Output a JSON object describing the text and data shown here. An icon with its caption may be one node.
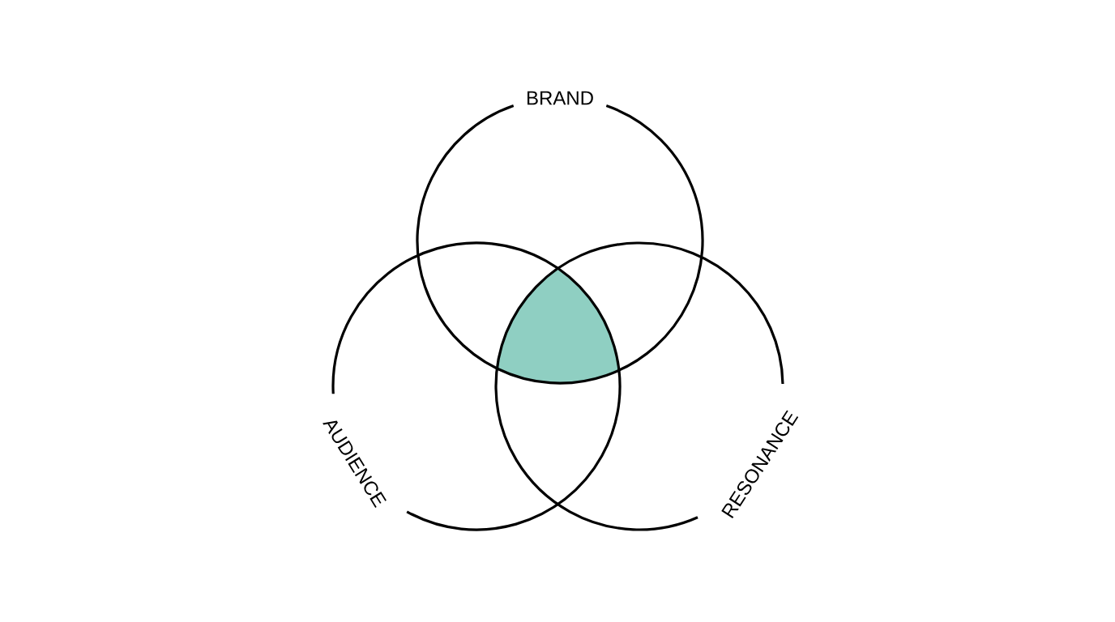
{
  "diagram": {
    "nodes": [
      {
        "text": [
          "BRAND"
        ]
      },
      {
        "text": [
          "AUDIENCE"
        ]
      },
      {
        "text": [
          "RESONANCE"
        ]
      },
      {
        "text": [],
        "shape": "region"
      }
    ]
  }
}
